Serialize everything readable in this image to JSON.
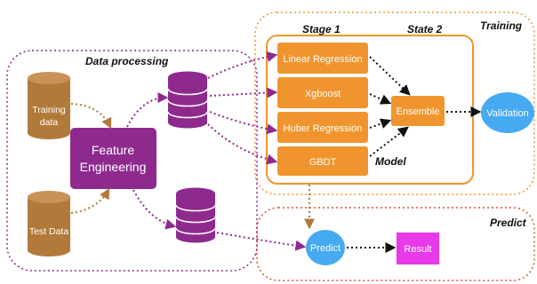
{
  "regions": {
    "data_processing": "Data processing",
    "training": "Training",
    "predict_region": "Predict"
  },
  "labels": {
    "stage1": "Stage 1",
    "state2": "State 2",
    "model": "Model"
  },
  "cylinders": {
    "training_line1": "Training",
    "training_line2": "data",
    "test": "Test Data"
  },
  "feature_engineering": {
    "line1": "Feature",
    "line2": "Engineering"
  },
  "models": [
    "Linear Regression",
    "Xgboost",
    "Huber Regression",
    "GBDT"
  ],
  "nodes": {
    "ensemble": "Ensemble",
    "validation": "Validation",
    "predict": "Predict",
    "result": "Result"
  },
  "colors": {
    "orange": "#F0952E",
    "purple": "#8E2A8E",
    "blue": "#45AAF2",
    "magenta": "#E83AE8",
    "brown": "#B27A3A"
  }
}
